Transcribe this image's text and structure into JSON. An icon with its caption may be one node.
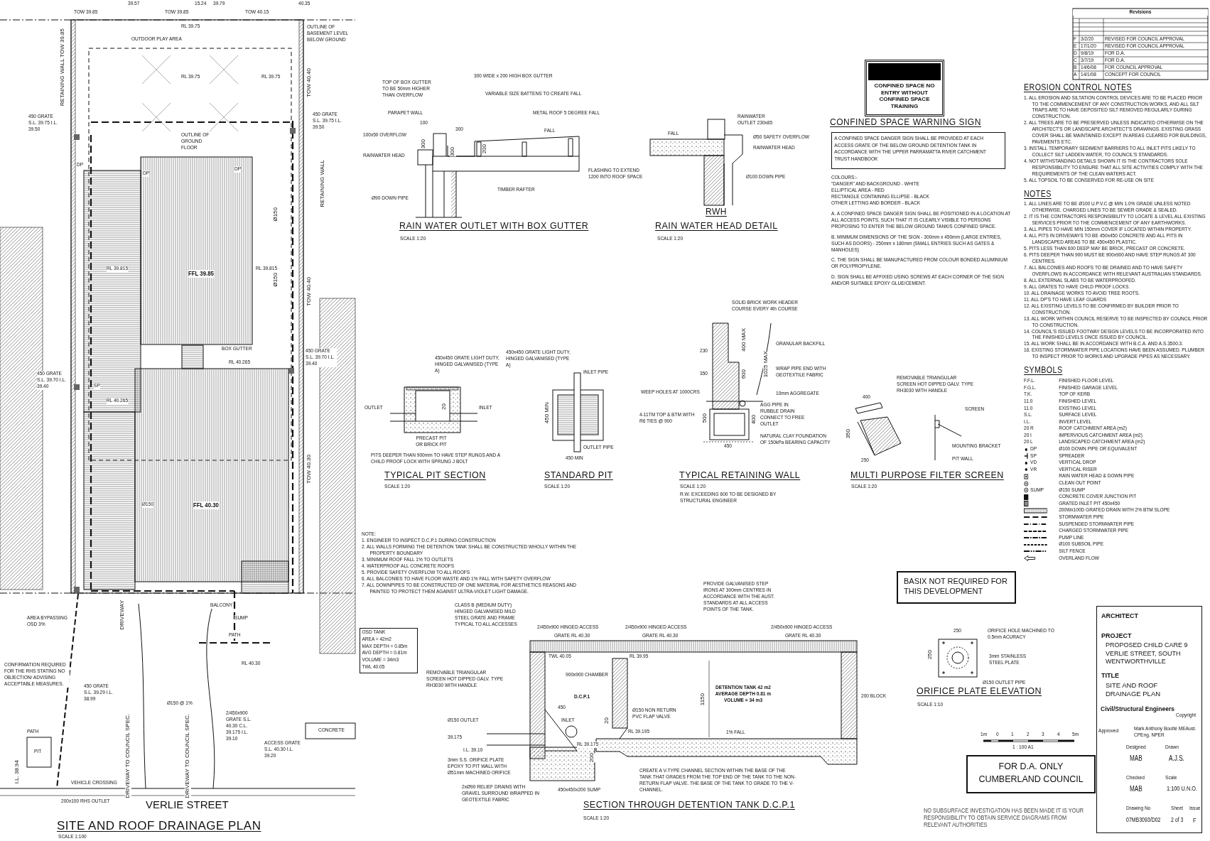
{
  "diagram": {
    "nodes": [
      {
        "text": [
          "CONFINED SPACE NO ENTRY WITHOUT CONFINED SPACE TRAINING"
        ]
      },
      {
        "text": [
          "A CONFINED SPACE DANGER SIGN SHALL BE PROVIDED AT EACH ACCESS GRATE OF THE BELOW GROUND DETENTION TANK IN ACCORDANCE WITH THE UPPER PARRAMATTA RIVER CATCHMENT TRUST HANDBOOK"
        ]
      },
      {
        "text": [
          "BASIX NOT REQUIRED FOR THIS DEVELOPMENT"
        ]
      },
      {
        "text": [
          "FOR D.A. ONLY CUMBERLAND COUNCIL"
        ]
      },
      {
        "text": [
          "OSD TANK",
          "AREA = 42m2",
          "MAX DEPTH = 0.85m",
          "AVG DEPTH = 0.81m",
          "VOLUME = 34m3",
          "TWL 40.05"
        ]
      },
      {
        "text": [
          "ARCHITECT",
          "PROJECT",
          "PROPOSED CHILD CARE 9 VERLIE STREET, SOUTH WENTWORTHVILLE",
          "TITLE",
          "SITE AND ROOF DRAINAGE PLAN",
          "Civil/Structural Engineers"
        ]
      }
    ],
    "labels": [
      "TOW 39.85",
      "39.57",
      "TOW 39.85",
      "15.24",
      "39.79",
      "TOW 40.15",
      "40.35",
      "RL 39.75",
      "OUTDOOR PLAY AREA",
      "OUTLINE OF BASEMENT LEVEL BELOW GROUND",
      "RETAINING WALL TOW 39.85",
      "RL 39.75",
      "RL 39.75",
      "TOW 40.40",
      "450 GRATE S.L. 39.75 I.L. 39.50",
      "450 GRATE S.L. 39.75 I.L. 39.50",
      "OUTLINE OF GROUND FLOOR",
      "DP",
      "DP",
      "DP",
      "RETAINING WALL",
      "Ø150",
      "RL 39.815",
      "FFL 39.85",
      "RL 39.815",
      "Ø150",
      "TOW 40.40",
      "BOX GUTTER",
      "RL 40.265",
      "450 GRATE S.L. 39.70 I.L. 39.40",
      "450 GRATE S.L. 39.70 I.L. 39.40",
      "SP",
      "RL 40.265",
      "Ø150",
      "FFL 40.30",
      "TOW 40.30",
      "DRIVEWAY",
      "BALCONY",
      "SUMP",
      "PATH",
      "AREA BYPASSING OSD 3%",
      "CONFIRMATION REQUIRED FOR THE RHS STATING NO OBJECTION/ ADVISING ACCEPTABLE MEASURES.",
      "450 GRATE S.L. 39.29 I.L. 38.99",
      "Ø150 @ 1%",
      "RL 40.30",
      "2/450x900 GRATE S.L. 40.30 C.L. 39.175 I.L. 39.10",
      "ACCESS GRATE S.L. 40.30 I.L. 39.20",
      "CONCRETE",
      "PATH",
      "PIT",
      "DRIVEWAY TO COUNCIL SPEC.",
      "DRIVEWAY TO COUNCIL SPEC.",
      "VEHICLE CROSSING",
      "200x100 RHS OUTLET",
      "I.L. 38.94",
      "VERLIE STREET",
      "SITE AND ROOF DRAINAGE PLAN",
      "SCALE 1:100",
      "300 WIDE x 200 HIGH BOX GUTTER",
      "TOP OF BOX GUTTER TO BE 50mm HIGHER THAN OVERFLOW",
      "VARIABLE SIZE BATTENS TO CREATE FALL",
      "PARAPET WALL",
      "METAL ROOF 5 DEGREE FALL",
      "100",
      "300",
      "FALL",
      "100x50 OVERFLOW",
      "300",
      "300",
      "200",
      "RAINWATER HEAD",
      "FLASHING TO EXTEND 1200 INTO ROOF SPACE",
      "TIMBER RAFTER",
      "Ø90 DOWN PIPE",
      "RAIN WATER OUTLET WITH BOX GUTTER",
      "SCALE 1:20",
      "FALL",
      "RAINWATER OUTLET 230x85",
      "Ø50 SAFETY OVERFLOW",
      "RAINWATER HEAD",
      "Ø100 DOWN PIPE",
      "RWH",
      "RAIN WATER HEAD DETAIL",
      "SCALE 1:20",
      "CONFINED SPACE WARNING SIGN",
      "COLOURS:-",
      "\"DANGER\" AND BACKGROUND - WHITE",
      "ELLIPTICAL AREA - RED",
      "RECTANGLE CONTAINING ELLIPSE - BLACK",
      "OTHER LETTING AND BORDER - BLACK",
      "A. A CONFINED SPACE DANGER SIGN SHALL BE POSITIONED IN A LOCATION AT ALL ACCESS POINTS, SUCH THAT IT IS CLEARLY VISIBLE TO PERSONS PROPOSING TO ENTER THE BELOW GROUND TANK/S CONFINED SPACE.",
      "B. MINIMUM DIMENSIONS OF THE SIGN - 300mm x 450mm (LARGE ENTRIES, SUCH AS DOORS) - 250mm x 180mm (SMALL ENTRIES SUCH AS GATES & MANHOLES)",
      "C. THE SIGN SHALL BE MANUFACTURED FROM COLOUR BONDED ALUMINIUM OR POLYPROPYLENE.",
      "D. SIGN SHALL BE AFFIXED USING SCREWS AT EACH CORNER OF THE SIGN AND/OR SUITABLE EPOXY GLUE/CEMENT.",
      "Revisions",
      "F",
      "3/2/20",
      "REVISED FOR COUNCIL APPROVAL",
      "E",
      "17/1/20",
      "REVISED FOR COUNCIL APPROVAL",
      "D",
      "9/8/19",
      "FOR D.A.",
      "C",
      "3/7/19",
      "FOR D.A.",
      "B",
      "14/6/08",
      "FOR COUNCIL APPROVAL",
      "A",
      "14/1/08",
      "CONCEPT FOR COUNCIL",
      "EROSION CONTROL NOTES",
      "1. ALL EROSION AND SILTATION CONTROL DEVICES ARE TO BE PLACED PRIOR TO THE COMMENCEMENT OF ANY CONSTRUCTION WORKS, AND ALL SILT TRAPS ARE TO HAVE DEPOSITED SILT REMOVED REGULARLY DURING CONSTRUCTION.",
      "2. ALL TREES ARE TO BE PRESERVED UNLESS INDICATED OTHERWISE ON THE ARCHITECT'S OR LANDSCAPE ARCHITECT'S DRAWINGS. EXISTING GRASS COVER SHALL BE MAINTAINED EXCEPT IN AREAS CLEARED FOR BUILDINGS, PAVEMENTS ETC.",
      "3. INSTALL TEMPORARY SEDIMENT BARRIERS TO ALL INLET PITS LIKELY TO COLLECT SILT LADDEN WATER, TO COUNCIL'S STANDARDS.",
      "4. NOT WITHSTANDING DETAILS SHOWN IT IS THE CONTRACTORS SOLE RESPONSIBILITY TO ENSURE THAT ALL SITE ACTIVITIES COMPLY WITH THE REQUIREMENTS OF THE CLEAN WATERS ACT.",
      "5. ALL TOPSOIL TO BE CONSERVED FOR RE-USE ON SITE",
      "NOTES",
      "1. ALL LINES ARE TO BE Ø100 U.P.V.C @ MIN 1.0% GRADE UNLESS NOTED OTHERWISE. CHARGED LINES TO BE SEWER GRADE & SEALED.",
      "2. IT IS THE CONTRACTORS RESPONSIBILITY TO LOCATE & LEVEL ALL EXISTING SERVICES PRIOR TO THE COMMENCEMENT OF ANY EARTHWORKS.",
      "3. ALL PIPES TO HAVE MIN 150mm COVER IF LOCATED WITHIN PROPERTY.",
      "4. ALL PITS IN DRIVEWAYS TO BE 450x450 CONCRETE AND ALL PITS IN LANDSCAPED AREAS TO BE 450x450 PLASTIC.",
      "5. PITS LESS THAN 600 DEEP MAY BE BRICK, PRECAST OR CONCRETE.",
      "6. PITS DEEPER THAN 900 MUST BE 900x900 AND HAVE STEP RUNGS AT 300 CENTRES.",
      "7. ALL BALCONIES AND ROOFS TO BE DRAINED AND TO HAVE SAFETY OVERFLOWS IN ACCORDANCE WITH RELEVANT AUSTRALIAN STANDARDS.",
      "8. ALL EXTERNAL SLABS TO BE WATERPROOFED.",
      "9. ALL GRATES TO HAVE CHILD PROOF LOCKS.",
      "10. ALL DRAINAGE WORKS TO AVOID TREE ROOTS.",
      "11. ALL DP'S TO HAVE LEAF GUARDS",
      "12. ALL EXISTING LEVELS TO BE CONFIRMED BY BUILDER PRIOR TO CONSTRUCTION.",
      "13. ALL WORK WITHIN COUNCIL RESERVE TO BE INSPECTED BY COUNCIL PRIOR TO CONSTRUCTION.",
      "14. COUNCIL'S ISSUED FOOTWAY DESIGN LEVELS TO BE INCORPORATED INTO THE FINISHED LEVELS ONCE ISSUED BY COUNCIL.",
      "15. ALL WORK SHALL BE IN ACCORDANCE WITH B.C.A. AND A.S.3500.3.",
      "16. EXISTING STORMWATER PIPE LOCATIONS HAVE BEEN ASSUMED. PLUMBER TO INSPECT PRIOR TO WORKS AND UPGRADE PIPES AS NECESSARY.",
      "SYMBOLS",
      "F.F.L.",
      "F.G.L.",
      "T.K.",
      "11.0",
      "11.0",
      "S.L.",
      "I.L.",
      "20 R",
      "20 I",
      "20 L",
      "DP",
      "SP",
      "VD",
      "VR",
      "SUMP",
      "450x450 GRATE LIGHT DUTY, HINGED GALVANISED (TYPE A)",
      "OUTLET",
      "INLET",
      "20",
      "PRECAST PIT OR BRICK PIT",
      "PITS DEEPER THAN 900mm TO HAVE STEP RUNGS AND A CHILD PROOF LOCK WITH SPRUNG J BOLT",
      "TYPICAL PIT SECTION",
      "SCALE 1:20",
      "450x450 GRATE LIGHT DUTY, HINGED GALVANISED (TYPE A)",
      "INLET PIPE",
      "450 MIN",
      "OUTLET PIPE",
      "450 MIN",
      "STANDARD PIT",
      "SCALE 1:20",
      "SOLID BRICK WORK HEADER COURSE EVERY 4th COURSE",
      "230",
      "GRANULAR BACKFILL",
      "400 MAX",
      "1025 MAX",
      "350",
      "WEEP HOLES AT 1000CRS",
      "600",
      "WRAP PIPE END WITH GEOTEXTILE FABRIC",
      "10mm AGGREGATE",
      "500",
      "400",
      "AGG PIPE IN RUBBLE DRAIN CONNECT TO FREE OUTLET",
      "4-11TM TOP & BTM WITH R6 TIES @ 900",
      "450",
      "NATURAL CLAY FOUNDATION OF 150kPa BEARING CAPACITY",
      "TYPICAL RETAINING WALL",
      "SCALE 1:20",
      "R.W. EXCEEDING 600 TO BE DESIGNED BY STRUCTURAL ENGINEER",
      "REMOVABLE TRIANGULAR SCREEN HOT DIPPED GALV. TYPE RH3030 WITH HANDLE",
      "400",
      "350",
      "250",
      "SCREEN",
      "MOUNTING BRACKET",
      "PIT WALL",
      "MULTI PURPOSE FILTER SCREEN",
      "SCALE 1:20",
      "NOTE:",
      "1. ENGINEER TO INSPECT D.C.P.1 DURING CONSTRUCTION",
      "2. ALL WALLS FORMING THE DETENTION TANK SHALL BE CONSTRUCTED WHOLLY WITHIN THE PROPERTY BOUNDARY",
      "3. MINIMUM ROOF FALL 1% TO OUTLETS",
      "4. WATERPROOF ALL CONCRETE ROOFS",
      "5. PROVIDE SAFETY OVERFLOW TO ALL ROOFS",
      "6. ALL BALCONIES TO HAVE FLOOR WASTE AND 1% FALL WITH SAFETY OVERFLOW",
      "7. ALL DOWNPIPES TO BE CONSTRUCTED OF ONE MATERIAL FOR AESTHETICS REASONS AND PAINTED TO PROTECT THEM AGAINST ULTRA-VIOLET LIGHT DAMAGE.",
      "CLASS B (MEDIUM DUTY) HINGED GALVANISED MILD STEEL GRATE AND FRAME TYPICAL TO ALL ACCESSES",
      "PROVIDE GALVANISED STEP IRONS AT 300mm CENTRES IN ACCORDANCE WITH THE AUST. STANDARDS AT ALL ACCESS POINTS OF THE TANK.",
      "2/450x900 HINGED ACCESS",
      "2/450x900 HINGED ACCESS",
      "2/450x900 HINGED ACCESS",
      "GRATE RL 40.30",
      "GRATE RL 40.30",
      "GRATE RL 40.30",
      "TWL 40.05",
      "RL 39.95",
      "REMOVABLE TRIANGULAR SCREEN HOT DIPPED GALV. TYPE RH3030 WITH HANDLE",
      "900x900 CHAMBER",
      "D.C.P.1",
      "1150",
      "DETENTION TANK 42 m2 AVERAGE DEPTH 0.81 m VOLUME = 34 m3",
      "200 BLOCK",
      "450",
      "Ø150 NON RETURN PVC FLAP VALVE",
      "Ø150 OUTLET",
      "INLET",
      "20",
      "39.175",
      "RL 39.175",
      "RL 39.195",
      "1% FALL",
      "200",
      "I.L. 39.10",
      "3mm S.S. ORIFICE PLATE EPOXY TO PIT WALL WITH Ø51mm MACHINED ORIFICE",
      "CREATE A V-TYPE CHANNEL SECTION WITHIN THE BASE OF THE TANK THAT GRADES FROM THE TOP END OF THE TANK TO THE NON-RETURN FLAP VALVE. THE BASE OF THE TANK TO GRADE TO THE V-CHANNEL.",
      "2xØ90 RELIEF DRAINS WITH GRAVEL SURROUND WRAPPED IN GEOTEXTILE FABRIC",
      "450x450x200 SUMP",
      "SECTION THROUGH DETENTION TANK D.C.P.1",
      "SCALE 1:20",
      "250",
      "250",
      "ORIFICE HOLE MACHINED TO 0.5mm ACURACY",
      "3mm STAINLESS STEEL PLATE",
      "Ø150 OUTLET PIPE",
      "ORIFICE PLATE ELEVATION",
      "SCALE 1:10",
      "1m",
      "0",
      "1",
      "2",
      "3",
      "4",
      "5m",
      "1 : 100 A1",
      "NO SUBSURFACE INVESTIGATION HAS BEEN MADE IT IS YOUR RESPONSIBILITY TO OBTAIN SERVICE DIAGRAMS FROM RELEVANT AUTHORITIES",
      "Approved",
      "Mark Anthony Boutté MEAust. CPEng. NPER",
      "Designed",
      "MAB",
      "Drawn",
      "A.J.S.",
      "Checked",
      "MAB",
      "Scale",
      "1:100 U.N.O.",
      "Drawing No",
      "07MB3093/D02",
      "Sheet",
      "2 of 3",
      "Issue",
      "F",
      "Copyright"
    ],
    "legend": [
      {
        "text": "FINISHED FLOOR LEVEL"
      },
      {
        "text": "FINISHED GARAGE LEVEL"
      },
      {
        "text": "TOP OF KERB"
      },
      {
        "text": "FINISHED LEVEL"
      },
      {
        "text": "EXISTING LEVEL"
      },
      {
        "text": "SURFACE LEVEL"
      },
      {
        "text": "INVERT LEVEL"
      },
      {
        "text": "ROOF CATCHMENT AREA (m2)"
      },
      {
        "text": "IMPERVIOUS CATCHMENT AREA (m2)"
      },
      {
        "text": "LANDSCAPED CATCHMENT AREA (m2)"
      },
      {
        "text": "Ø100 DOWN PIPE OR EQUIVALENT"
      },
      {
        "text": "SPREADER"
      },
      {
        "text": "VERTICAL DROP"
      },
      {
        "text": "VERTICAL RISER"
      },
      {
        "text": "RAIN WATER HEAD & DOWN PIPE"
      },
      {
        "text": "CLEAN OUT POINT"
      },
      {
        "text": "Ø150 SUMP"
      },
      {
        "text": "CONCRETE COVER JUNCTION PIT"
      },
      {
        "text": "GRATED INLET PIT 450x450"
      },
      {
        "text": "200Wx100D GRATED DRAIN WITH 2% BTM SLOPE"
      },
      {
        "text": "STORMWATER PIPE"
      },
      {
        "text": "SUSPENDED STORMWATER PIPE"
      },
      {
        "text": "CHARGED STORMWATER PIPE"
      },
      {
        "text": "PUMP LINE"
      },
      {
        "text": "Ø100 SUBSOIL PIPE"
      },
      {
        "text": "SILT FENCE"
      },
      {
        "text": "OVERLAND FLOW"
      }
    ]
  }
}
